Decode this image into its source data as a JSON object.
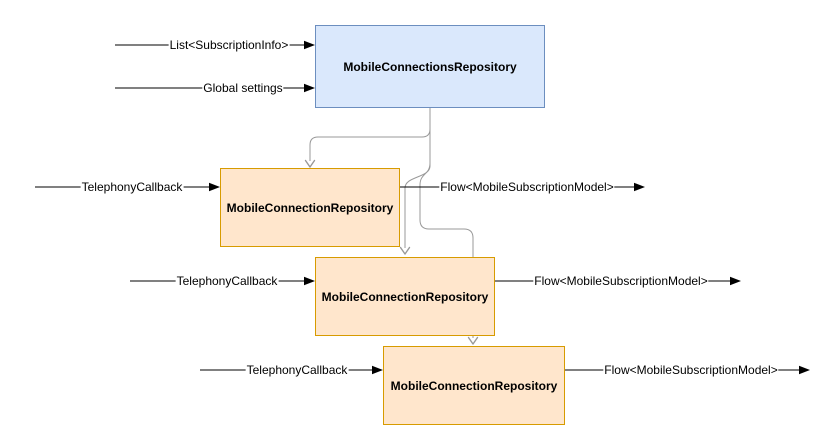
{
  "diagram": {
    "background": "#ffffff",
    "nodes": {
      "main": {
        "label": "MobileConnectionsRepository",
        "fill": "#dae8fc",
        "stroke": "#6c8ebf"
      },
      "repo1": {
        "label": "MobileConnectionRepository",
        "fill": "#ffe6cc",
        "stroke": "#d79b00"
      },
      "repo2": {
        "label": "MobileConnectionRepository",
        "fill": "#ffe6cc",
        "stroke": "#d79b00"
      },
      "repo3": {
        "label": "MobileConnectionRepository",
        "fill": "#ffe6cc",
        "stroke": "#d79b00"
      }
    },
    "edges": {
      "list_subscription_info": {
        "label": "List<SubscriptionInfo>"
      },
      "global_settings": {
        "label": "Global settings"
      },
      "telephony_1": {
        "label": "TelephonyCallback"
      },
      "telephony_2": {
        "label": "TelephonyCallback"
      },
      "telephony_3": {
        "label": "TelephonyCallback"
      },
      "flow_1": {
        "label": "Flow<MobileSubscriptionModel>"
      },
      "flow_2": {
        "label": "Flow<MobileSubscriptionModel>"
      },
      "flow_3": {
        "label": "Flow<MobileSubscriptionModel>"
      }
    },
    "colors": {
      "blue_node_fill": "#dae8fc",
      "blue_node_stroke": "#6c8ebf",
      "orange_node_fill": "#ffe6cc",
      "orange_node_stroke": "#d79b00",
      "black_edge": "#000000",
      "gray_edge": "#999999",
      "text": "#000000"
    }
  }
}
